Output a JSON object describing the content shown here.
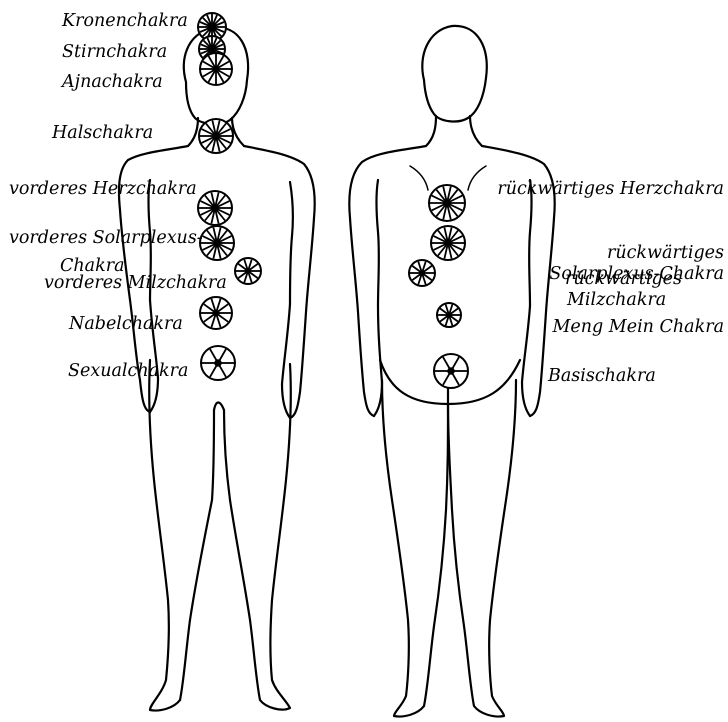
{
  "front_labels": {
    "crown": "Kronenchakra",
    "forehead": "Stirnchakra",
    "ajna": "Ajnachakra",
    "throat": "Halschakra",
    "front_heart": "vorderes Herzchakra",
    "front_solar_1": "vorderes Solarplexus-",
    "front_solar_2": "Chakra",
    "front_spleen": "vorderes Milzchakra",
    "navel": "Nabelchakra",
    "sex": "Sexualchakra"
  },
  "back_labels": {
    "back_heart": "rückwärtiges Herzchakra",
    "back_solar_1": "rückwärtiges",
    "back_solar_2": "Solarplexus-Chakra",
    "back_spleen_1": "rückwärtiges",
    "back_spleen_2": "Milzchakra",
    "meng_mein": "Meng Mein Chakra",
    "base": "Basischakra"
  },
  "colors": {
    "ink": "#000000",
    "paper": "#ffffff"
  }
}
